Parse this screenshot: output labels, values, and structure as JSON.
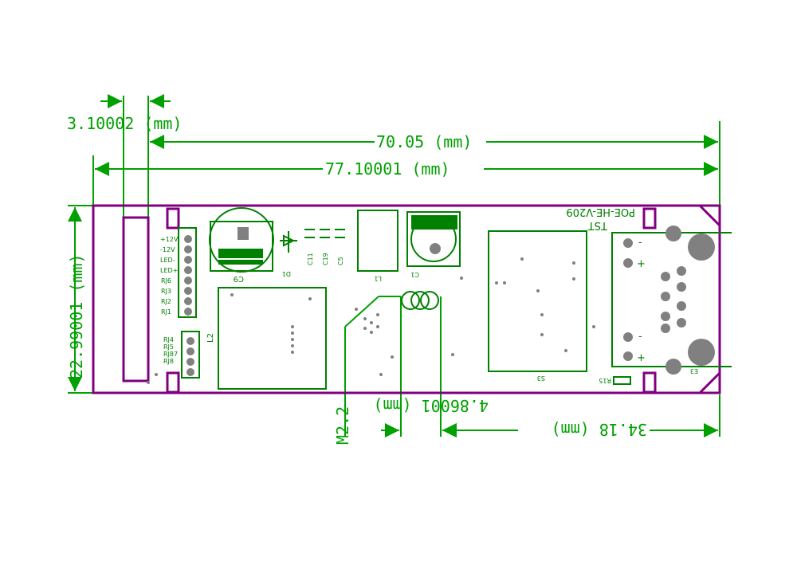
{
  "dimensions": {
    "d1": "3.10002 (mm)",
    "d2": "70.05 (mm)",
    "d3": "77.10001 (mm)",
    "d4": "22.99001 (mm)",
    "d5": "4.86001 (mm)",
    "d6": "M2.2",
    "d7": "34.18 (mm)"
  },
  "board": {
    "name": "POE-HE-V209",
    "tst": "TST",
    "header_pins": [
      "+12V",
      "-12V",
      "LED-",
      "LED+",
      "RJ6",
      "RJ3",
      "RJ2",
      "RJ1"
    ],
    "header2_pins": [
      "RJ4",
      "RJ5",
      "RJ87",
      "RJ8"
    ],
    "refs": {
      "c9": "C9",
      "d1": "D1",
      "c11": "C11",
      "c19": "C19",
      "c5": "C5",
      "l1": "L1",
      "c1": "C1",
      "l2": "L2",
      "s3": "S3",
      "r15": "R15",
      "e3": "E3"
    },
    "polarity": {
      "minus": "-",
      "plus": "+"
    }
  },
  "colors": {
    "outline": "#800080",
    "silkscreen": "#008000",
    "dimension": "#00a000",
    "pads": "#808080"
  }
}
